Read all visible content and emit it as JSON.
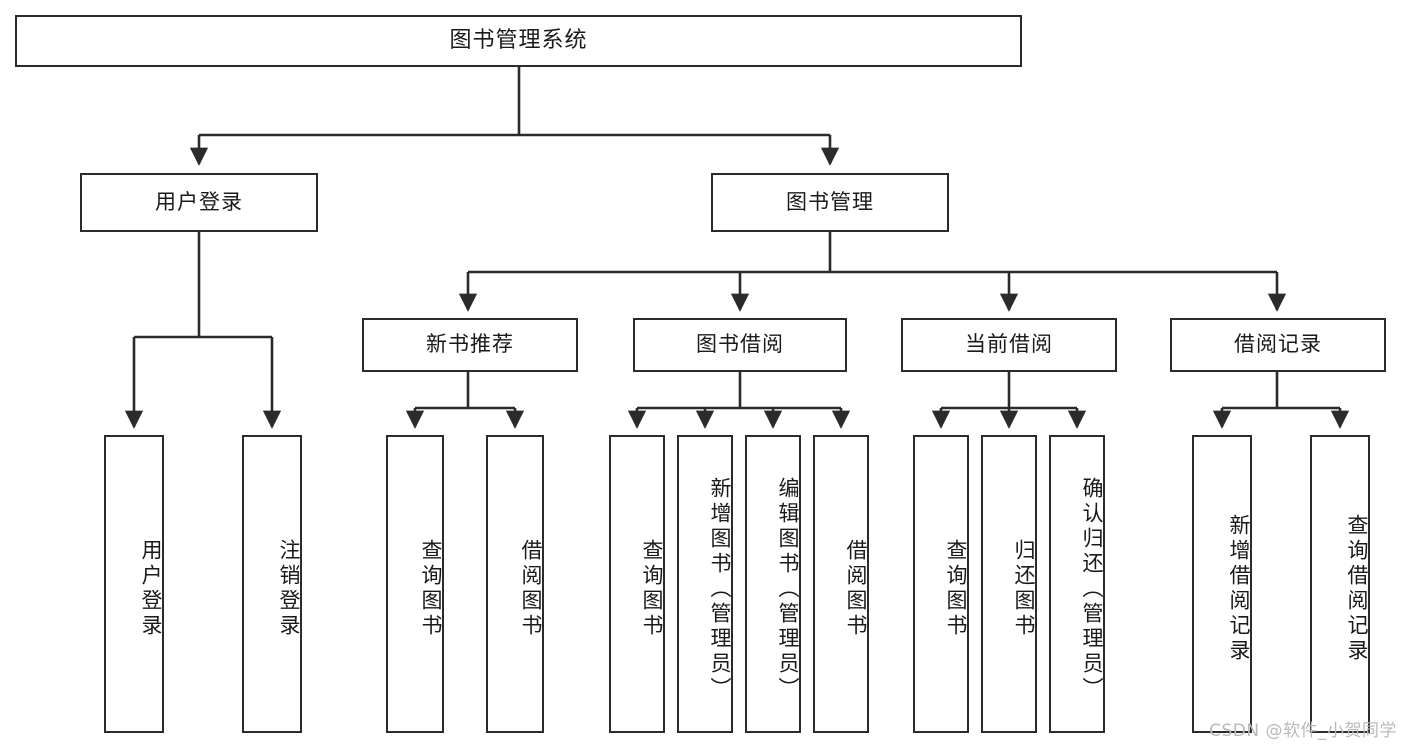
{
  "diagram": {
    "title": "图书管理系统",
    "type": "hierarchy-tree",
    "watermark": "CSDN @软件_小贺同学",
    "colors": {
      "stroke": "#2b2b2b",
      "fill": "#ffffff",
      "text": "#1a1a1a",
      "watermark": "#b9b9b9"
    },
    "levels": {
      "root": {
        "label": "图书管理系统"
      },
      "level1": [
        {
          "label": "用户登录"
        },
        {
          "label": "图书管理"
        }
      ],
      "level2": [
        {
          "label": "新书推荐"
        },
        {
          "label": "图书借阅"
        },
        {
          "label": "当前借阅"
        },
        {
          "label": "借阅记录"
        }
      ],
      "leaves": [
        {
          "label": "用户登录"
        },
        {
          "label": "注销登录"
        },
        {
          "label": "查询图书"
        },
        {
          "label": "借阅图书"
        },
        {
          "label": "查询图书"
        },
        {
          "label": "新增图书（管理员）"
        },
        {
          "label": "编辑图书（管理员）"
        },
        {
          "label": "借阅图书"
        },
        {
          "label": "查询图书"
        },
        {
          "label": "归还图书"
        },
        {
          "label": "确认归还（管理员）"
        },
        {
          "label": "新增借阅记录"
        },
        {
          "label": "查询借阅记录"
        }
      ]
    }
  }
}
